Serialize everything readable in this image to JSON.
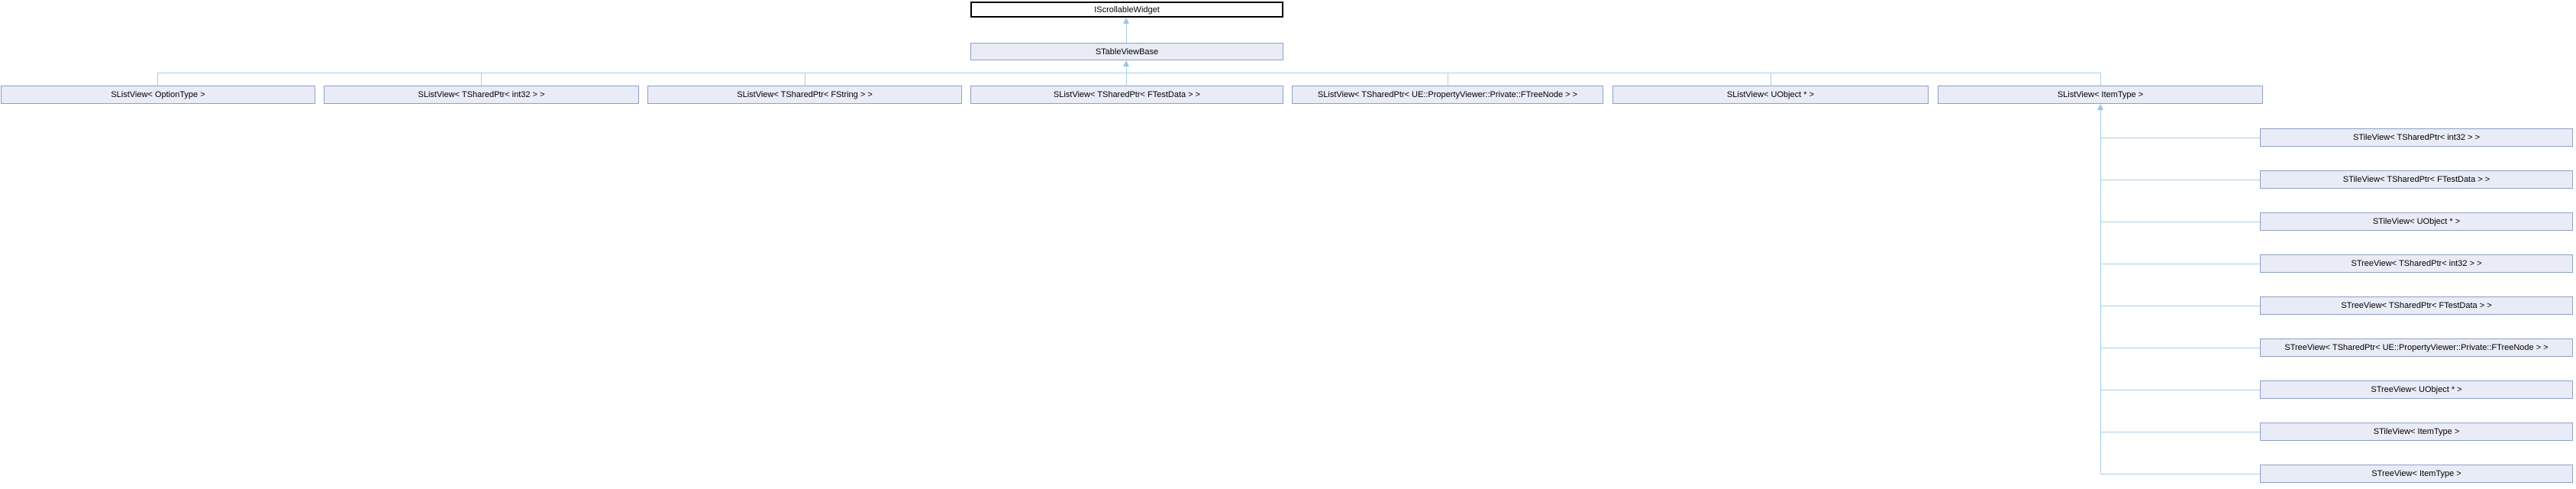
{
  "diagram": {
    "type": "class-inheritance-graph",
    "root_class": {
      "label": "IScrollableWidget"
    },
    "base_class": {
      "label": "STableViewBase"
    },
    "list_view_classes": [
      {
        "label": "SListView< OptionType >"
      },
      {
        "label": "SListView< TSharedPtr< int32 > >"
      },
      {
        "label": "SListView< TSharedPtr< FString > >"
      },
      {
        "label": "SListView< TSharedPtr< FTestData > >"
      },
      {
        "label": "SListView< TSharedPtr< UE::PropertyViewer::Private::FTreeNode > >"
      },
      {
        "label": "SListView< UObject * >"
      },
      {
        "label": "SListView< ItemType >"
      }
    ],
    "derived_classes": [
      {
        "label": "STileView< TSharedPtr< int32 > >"
      },
      {
        "label": "STileView< TSharedPtr< FTestData > >"
      },
      {
        "label": "STileView< UObject * >"
      },
      {
        "label": "STreeView< TSharedPtr< int32 > >"
      },
      {
        "label": "STreeView< TSharedPtr< FTestData > >"
      },
      {
        "label": "STreeView< TSharedPtr< UE::PropertyViewer::Private::FTreeNode > >"
      },
      {
        "label": "STreeView< UObject * >"
      },
      {
        "label": "STileView< ItemType >"
      },
      {
        "label": "STreeView< ItemType >"
      }
    ],
    "colors": {
      "node_fill": "#E9ECF6",
      "node_border": "#8DA0C5",
      "root_fill": "#FFFFFF",
      "root_border": "#000000",
      "edge_line": "#A9CEE8",
      "edge_arrow": "#9CC4E4",
      "text": "#000000",
      "background": "#FFFFFF"
    }
  }
}
